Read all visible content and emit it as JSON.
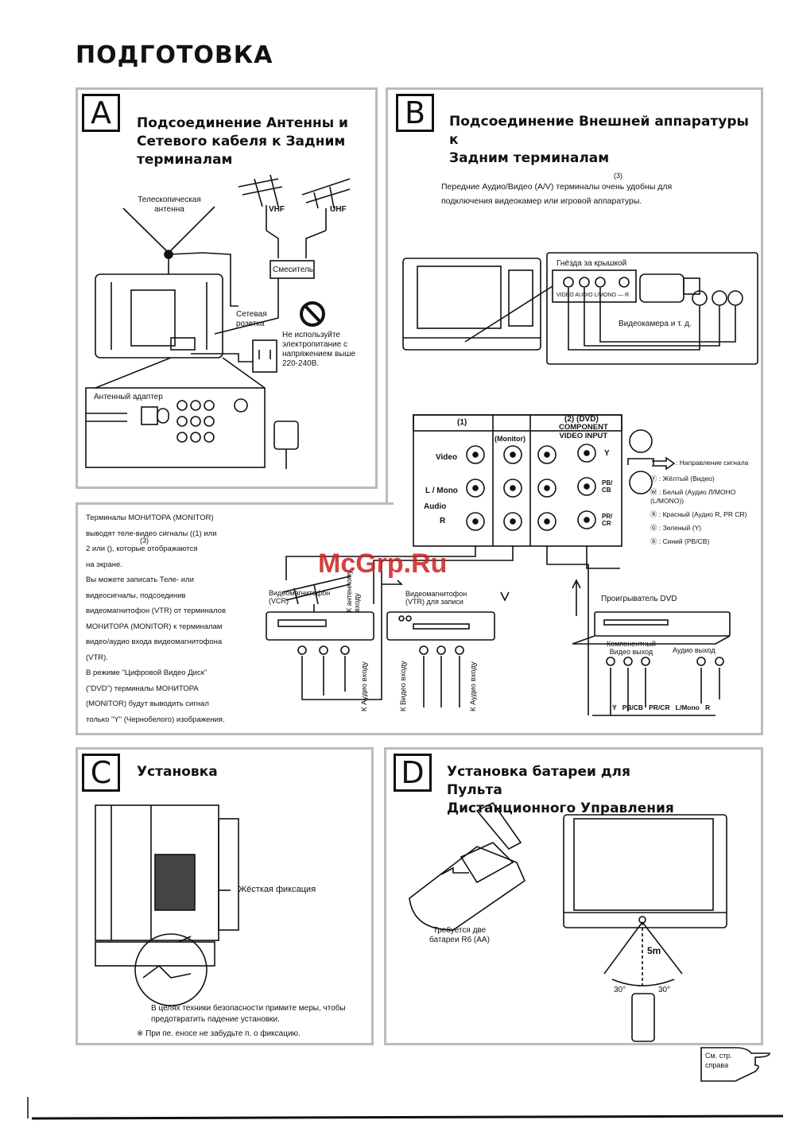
{
  "page_title": "ПОДГОТОВКА",
  "sectionA": {
    "letter": "A",
    "heading": [
      "Подсоединение Антенны и",
      "Сетевого кабеля к Задним",
      "терминалам"
    ],
    "tele_antenna": [
      "Телескопическая",
      "антенна"
    ],
    "vhf": "VHF",
    "uhf": "UHF",
    "mixer": "Смеситель",
    "socket": [
      "Сетевая",
      "розетка"
    ],
    "warning": [
      "Не используйте",
      "электропитание с",
      "напряжением выше",
      "220-240В."
    ],
    "adapter": "Антенный адаптер"
  },
  "sectionB": {
    "letter": "B",
    "heading": [
      "Подсоединение Внешней аппаратуры к",
      "Задним терминалам"
    ],
    "intro_sup": "(3)",
    "intro": [
      "Передние Аудио/Видео (A/V) терминалы  очень удобны для",
      "подключения видеокамер или игровой аппаратуры."
    ],
    "jacks_label": "Гнёзда за крышкой",
    "jacks_sub": "VIDEO  AUDIO L/MONO — R",
    "camcorder": "Видеокамера и т. д.",
    "term1": "(1)",
    "term_monitor": "(Monitor)",
    "term2": "(2)  (DVD)",
    "component": [
      "COMPONENT",
      "VIDEO INPUT"
    ],
    "row_video": "Video",
    "row_lmono": "L / Mono",
    "row_audio": "Audio",
    "row_r": "R",
    "y": "Y",
    "pb": [
      "PB/",
      "CB"
    ],
    "pr": [
      "PR/",
      "CR"
    ],
    "legend": [
      ": Направление сигнала",
      "Ⓨ : Жёлтый (Видео)",
      "Ⓦ : Белый (Аудио Л/МОНО (L/MONO))",
      "Ⓡ : Красный (Аудио R, PR CR)",
      "Ⓖ : Зеленый (Y)",
      "Ⓑ : Синий (PB/CB)"
    ],
    "monitor_text": [
      "Терминалы МОНИТОРА (MONITOR)",
      "выводят теле-видео сигналы ((1) или",
      "2  или (), которые отображаются",
      "на экране.",
      "Вы можете записать Теле- или",
      "видеосигналы, подсоединив",
      "видеомагнитофон (VTR) от терминалов",
      "МОНИТОРА (MONITOR)  к терминалам",
      "видео/аудио входа видеомагнитофона",
      "(VTR).",
      "В режиме \"Цифровой Видео Диск\"",
      "(\"DVD\")  терминалы МОНИТОРА",
      "(MONITOR) будут выводить сигнал",
      "только \"Y\" (Чернобелого) изображения."
    ],
    "vcr": [
      "Видеомагнитофон",
      "(VCR)"
    ],
    "to_antenna": [
      "К антенному",
      "входу"
    ],
    "vtr_rec": [
      "Видеомагнитофон",
      "(VTR) для записи"
    ],
    "to_video": "К Видео входу",
    "to_audio_in": "К Аудио входу",
    "to_audio2": "К Аудио входу",
    "dvd_player": "Проигрыватель DVD",
    "component_out": [
      "Компонентный",
      "Видео выход"
    ],
    "audio_out": "Аудио выход",
    "bottom_labels": "Y   PB/CB   PR/CR   L/Mono   R"
  },
  "sectionC": {
    "letter": "C",
    "heading": "Установка",
    "fix": "Жёсткая фиксация",
    "note": [
      "В целях техники безопасности примите меры, чтобы",
      "предотвратить падение установки."
    ],
    "note2": "※ При пе. еносе не забудьте п. о фиксацию."
  },
  "sectionD": {
    "letter": "D",
    "heading": [
      "Установка батареи для Пульта",
      "Дистанционного Управления"
    ],
    "battery": [
      "Требуется две",
      "батареи R6 (AA)"
    ],
    "distance": "5m",
    "angle_left": "30°",
    "angle_right": "30°"
  },
  "footer": {
    "see": [
      "См. стр.",
      "справа"
    ]
  },
  "watermark": "McGrp.Ru"
}
